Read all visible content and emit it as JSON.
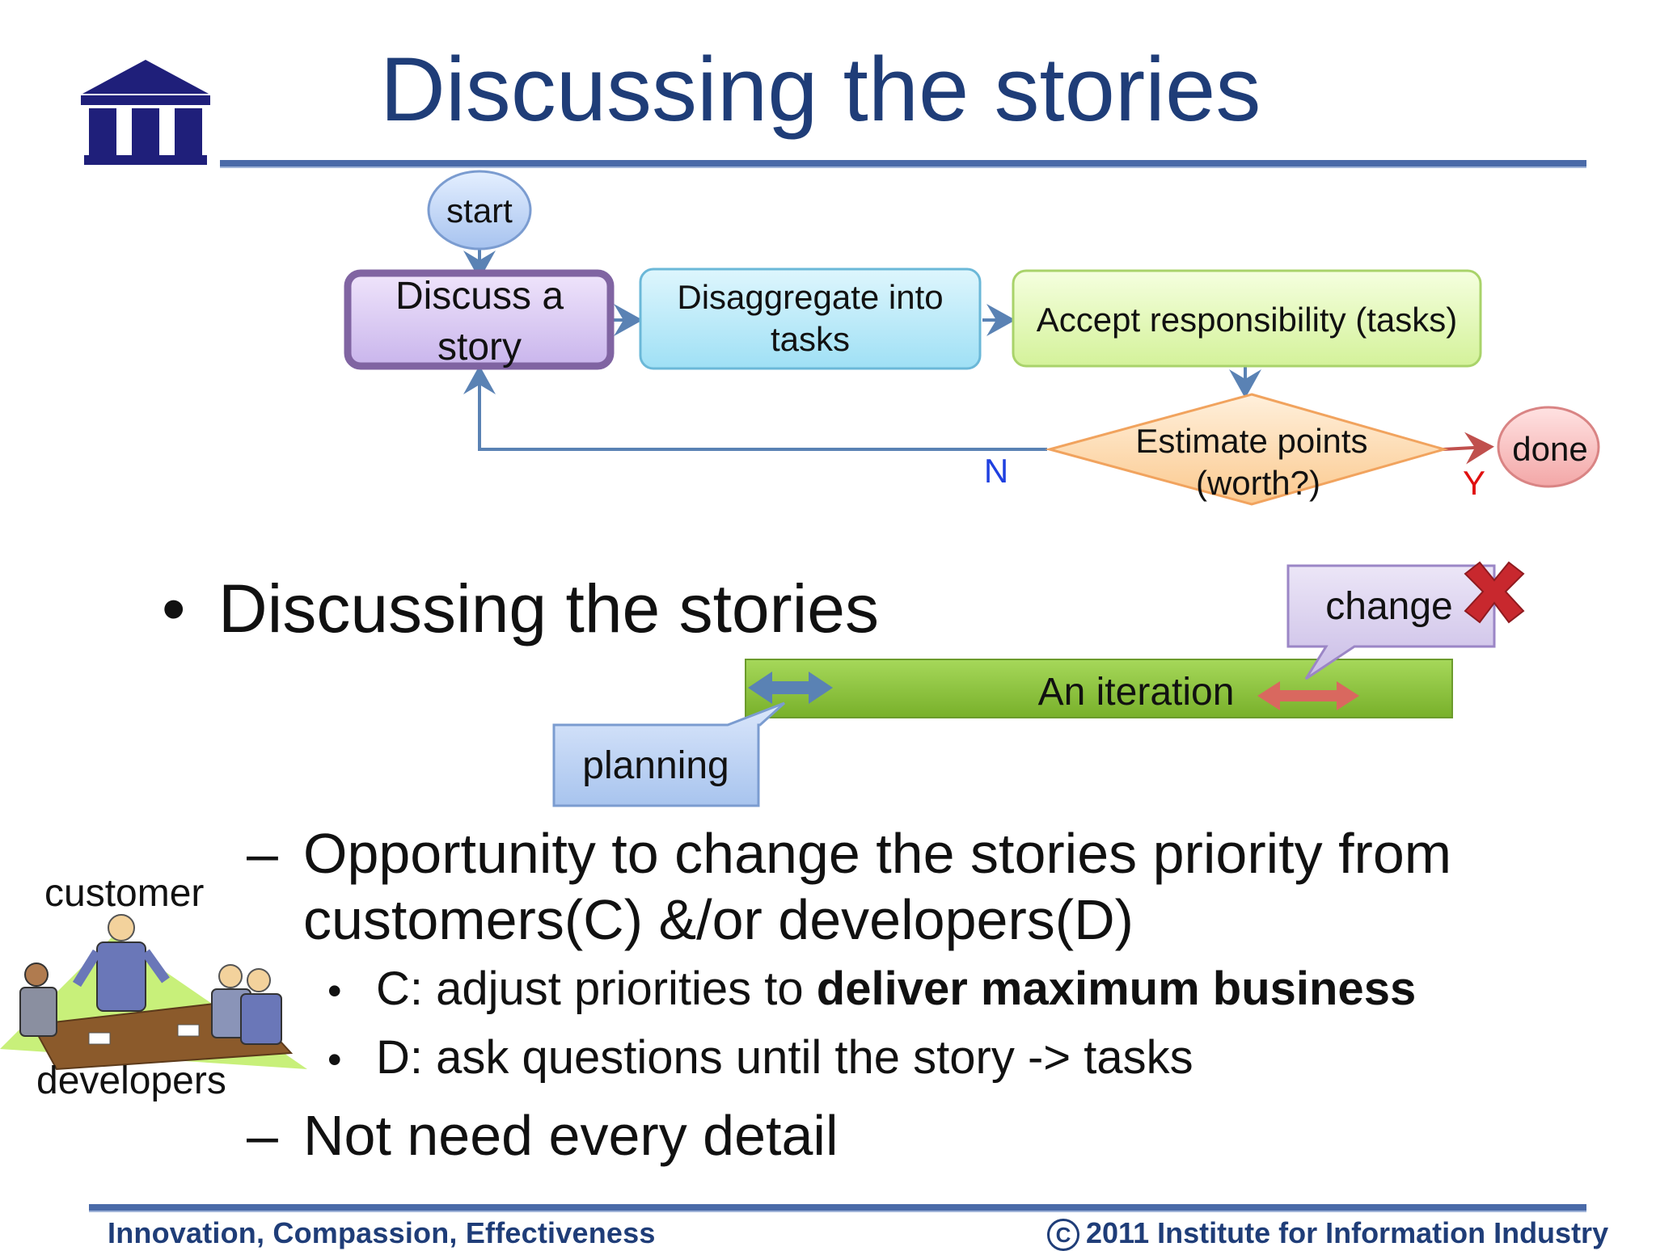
{
  "slide": {
    "title": "Discussing the stories",
    "bullet": "Discussing the stories",
    "dash_items": [
      "Opportunity to change the stories priority from customers(C) &/or developers(D)",
      "Not need every detail"
    ],
    "sub_items": [
      {
        "prefix": "C: adjust priorities to ",
        "bold": "deliver maximum business"
      },
      {
        "prefix": "D: ask questions until the story ->  tasks",
        "bold": ""
      }
    ],
    "people_labels": {
      "top": "customer",
      "bottom": "developers"
    }
  },
  "flowchart": {
    "start": "start",
    "discuss": [
      "Discuss a",
      "story"
    ],
    "disaggregate": [
      "Disaggregate into",
      "tasks"
    ],
    "accept": "Accept responsibility (tasks)",
    "estimate": [
      "Estimate points",
      "(worth?)"
    ],
    "done": "done",
    "no_label": "N",
    "yes_label": "Y"
  },
  "iteration": {
    "bar_label": "An iteration",
    "planning_label": "planning",
    "change_label": "change"
  },
  "footer": {
    "left": "Innovation, Compassion, Effectiveness",
    "copyright_symbol": "C",
    "right": "2011 Institute for Information Industry"
  },
  "colors": {
    "title_blue": "#1f3d78",
    "arrow_blue": "#5a82b4",
    "iteration_green": "#8cc63f",
    "change_x_red": "#c8282e",
    "no_label": "#1f40e0",
    "yes_label": "#e01010"
  }
}
